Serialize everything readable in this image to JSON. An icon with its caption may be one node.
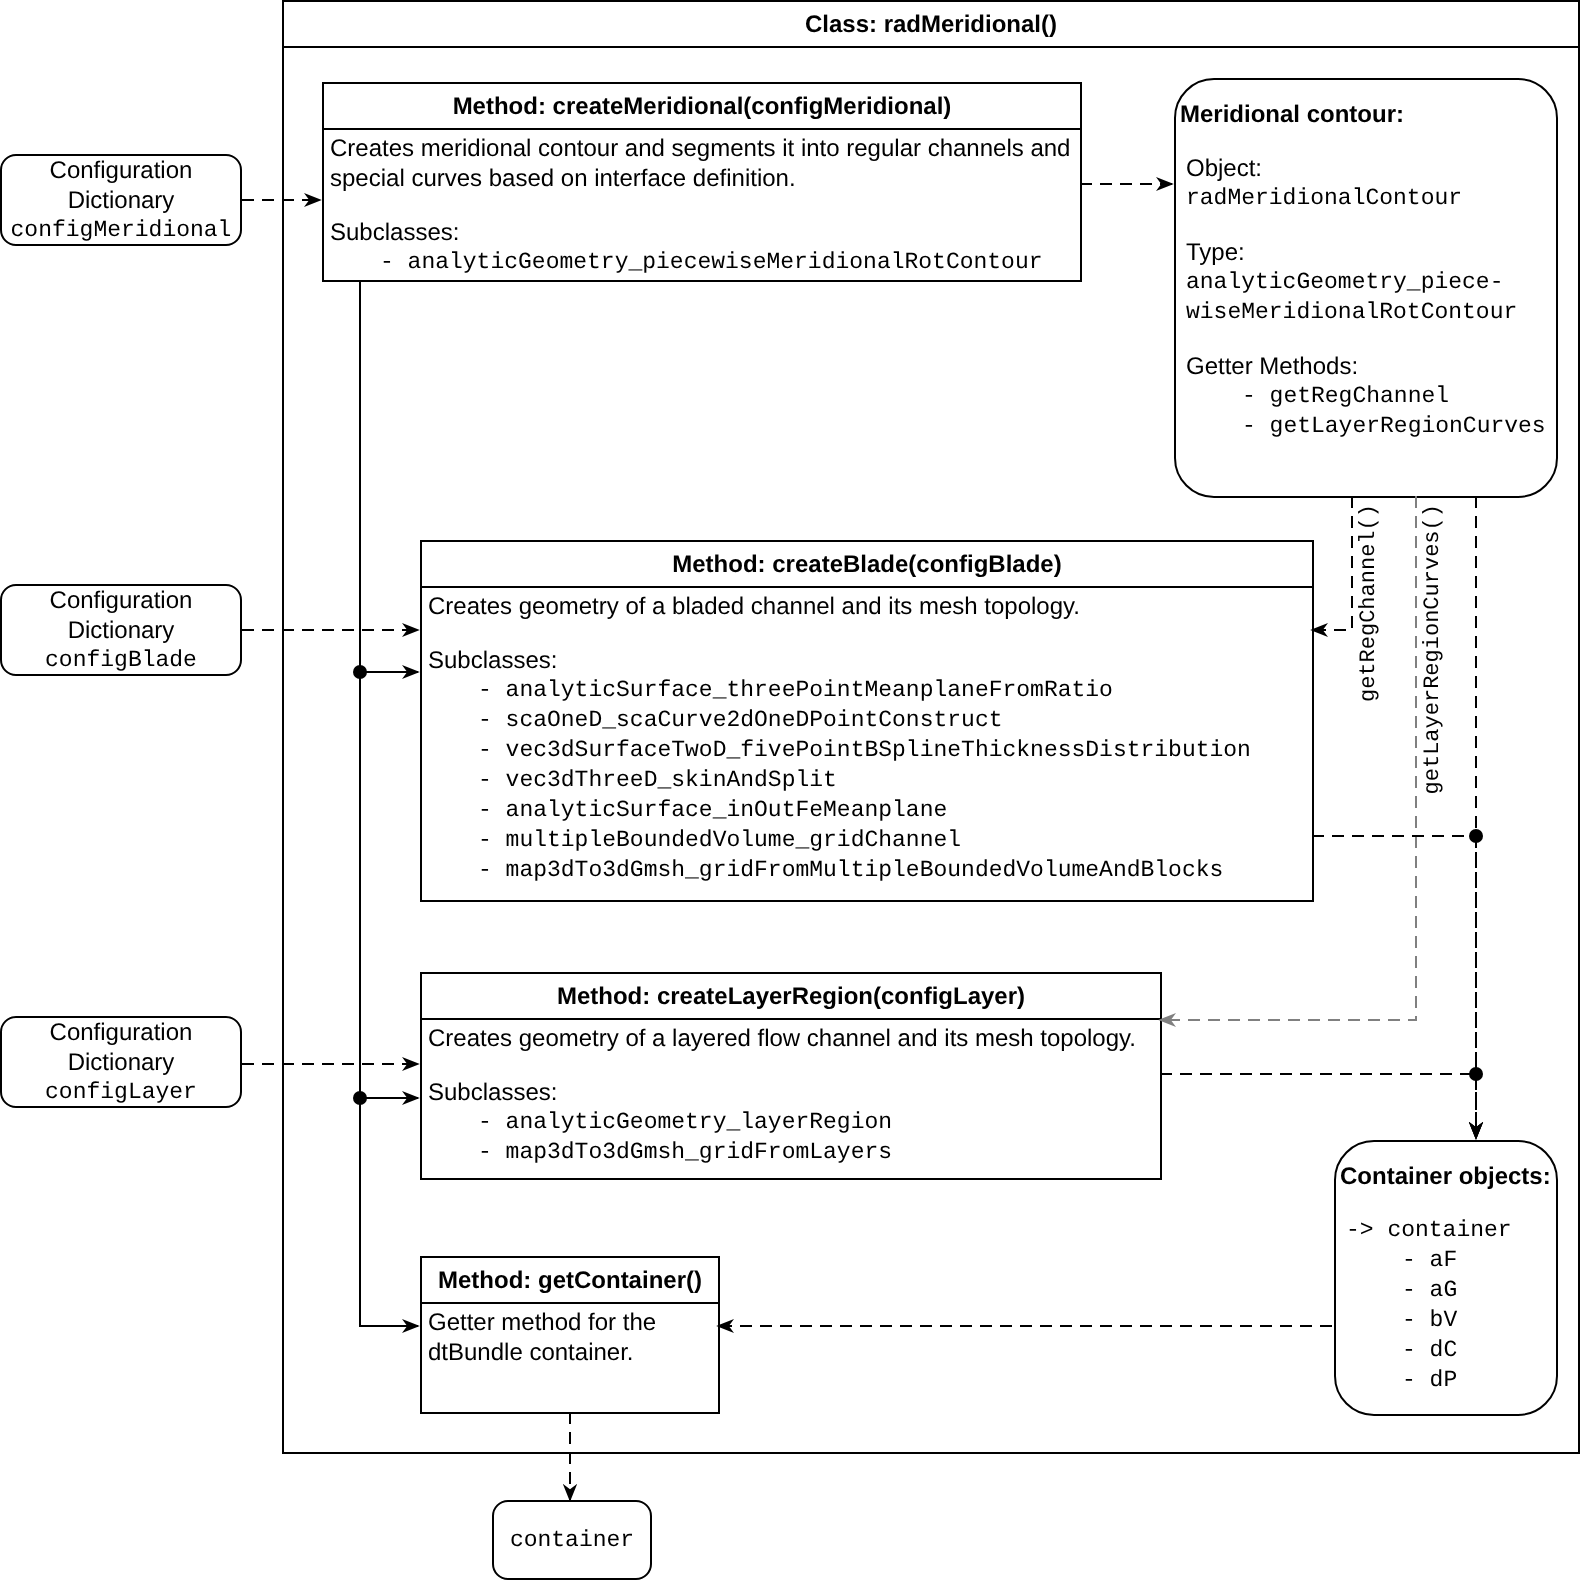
{
  "diagram": {
    "nodes": [
      {
        "text": [
          "Class: radMeridional()"
        ]
      },
      {
        "text": [
          "Method: createMeridional(configMeridional)",
          "Creates meridional contour and segments it into regular channels and special curves based on interface definition.",
          "Subclasses:",
          "- analyticGeometry_piecewiseMeridionalRotContour"
        ],
        "in": 0
      },
      {
        "text": [
          "Meridional contour:",
          "Object:",
          "radMeridionalContour",
          "Type:",
          "analyticGeometry_piece-wiseMeridionalRotContour",
          "Getter Methods:",
          "- getRegChannel",
          "- getLayerRegionCurves"
        ],
        "in": 0
      },
      {
        "text": [
          "Method: createBlade(configBlade)",
          "Creates geometry of a bladed channel and its mesh topology.",
          "Subclasses:",
          "- analyticSurface_threePointMeanplaneFromRatio",
          "- scaOneD_scaCurve2dOneDPointConstruct",
          "- vec3dSurfaceTwoD_fivePointBSplineThicknessDistribution",
          "- vec3dThreeD_skinAndSplit",
          "- analyticSurface_inOutFeMeanplane",
          "- multipleBoundedVolume_gridChannel",
          "- map3dTo3dGmsh_gridFromMultipleBoundedVolumeAndBlocks"
        ],
        "in": 0
      },
      {
        "text": [
          "Method: createLayerRegion(configLayer)",
          "Creates geometry of a layered flow channel and its mesh topology.",
          "Subclasses:",
          "- analyticGeometry_layerRegion",
          "- map3dTo3dGmsh_gridFromLayers"
        ],
        "in": 0
      },
      {
        "text": [
          "Container objects:",
          "-> container",
          "- aF",
          "- aG",
          "- bV",
          "- dC",
          "- dP"
        ],
        "in": 0
      },
      {
        "text": [
          "Method: getContainer()",
          "Getter method for the dtBundle container."
        ],
        "in": 0
      },
      {
        "text": [
          "Configuration Dictionary",
          "configMeridional"
        ]
      },
      {
        "text": [
          "Configuration Dictionary",
          "configBlade"
        ]
      },
      {
        "text": [
          "Configuration Dictionary",
          "configLayer"
        ]
      },
      {
        "text": [
          "container"
        ]
      }
    ],
    "edges": [
      {
        "from": 7,
        "to": 1,
        "arrow": "to",
        "style": "dashed"
      },
      {
        "from": 1,
        "to": 2,
        "arrow": "to",
        "style": "dashed"
      },
      {
        "from": 8,
        "to": 3,
        "arrow": "to",
        "style": "dashed"
      },
      {
        "from": 9,
        "to": 4,
        "arrow": "to",
        "style": "dashed"
      },
      {
        "from": 1,
        "to": 3,
        "arrow": "to"
      },
      {
        "from": 1,
        "to": 4,
        "arrow": "to"
      },
      {
        "from": 1,
        "to": 6,
        "arrow": "to"
      },
      {
        "from": 2,
        "to": 3,
        "arrow": "to",
        "style": "dashed",
        "label": "getRegChannel()"
      },
      {
        "from": 2,
        "to": 4,
        "arrow": "to",
        "style": "dashed",
        "color": "#808080",
        "label": "getLayerRegionCurves()"
      },
      {
        "from": 2,
        "to": 5,
        "arrow": "to",
        "style": "dashed"
      },
      {
        "from": 3,
        "to": 5,
        "arrow": "to",
        "style": "dashed"
      },
      {
        "from": 4,
        "to": 5,
        "arrow": "to",
        "style": "dashed"
      },
      {
        "from": 5,
        "to": 6,
        "arrow": "to",
        "style": "dashed"
      },
      {
        "from": 6,
        "to": 10,
        "arrow": "to",
        "style": "dashed"
      }
    ]
  }
}
